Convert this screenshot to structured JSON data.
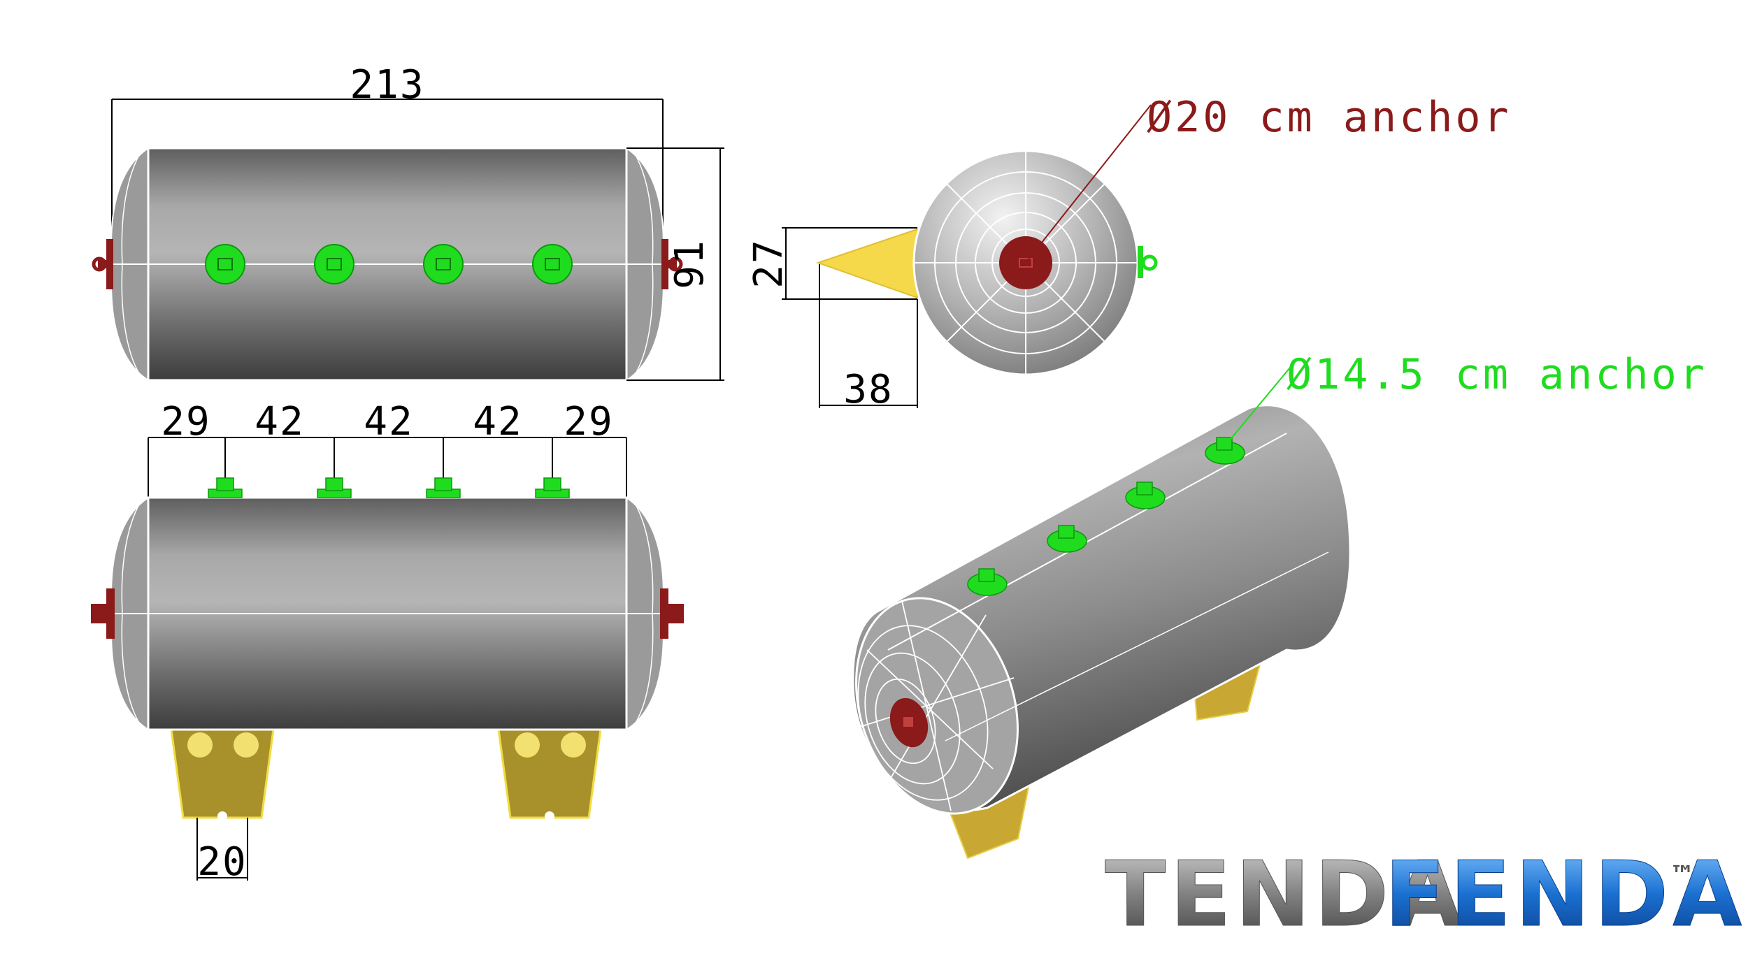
{
  "dimensions": {
    "overall_length": "213",
    "overall_diameter": "91",
    "cone_height": "27",
    "cone_length": "38",
    "spacing_end_left": "29",
    "spacing_1": "42",
    "spacing_2": "42",
    "spacing_3": "42",
    "spacing_end_right": "29",
    "foot_width": "20"
  },
  "callouts": {
    "end_anchor": "Ø20 cm anchor",
    "top_anchor": "Ø14.5 cm anchor"
  },
  "logo": {
    "part1": "TENDA",
    "part2": "FENDA",
    "trademark": "™"
  },
  "colors": {
    "end_anchor": "#8b1a1a",
    "top_anchor": "#1fdc1f",
    "support_feet": "#c8a832",
    "cone": "#f5d94a",
    "body": "#8a8a8a",
    "logo_gray": "#808080",
    "logo_blue": "#1a6fd0"
  }
}
